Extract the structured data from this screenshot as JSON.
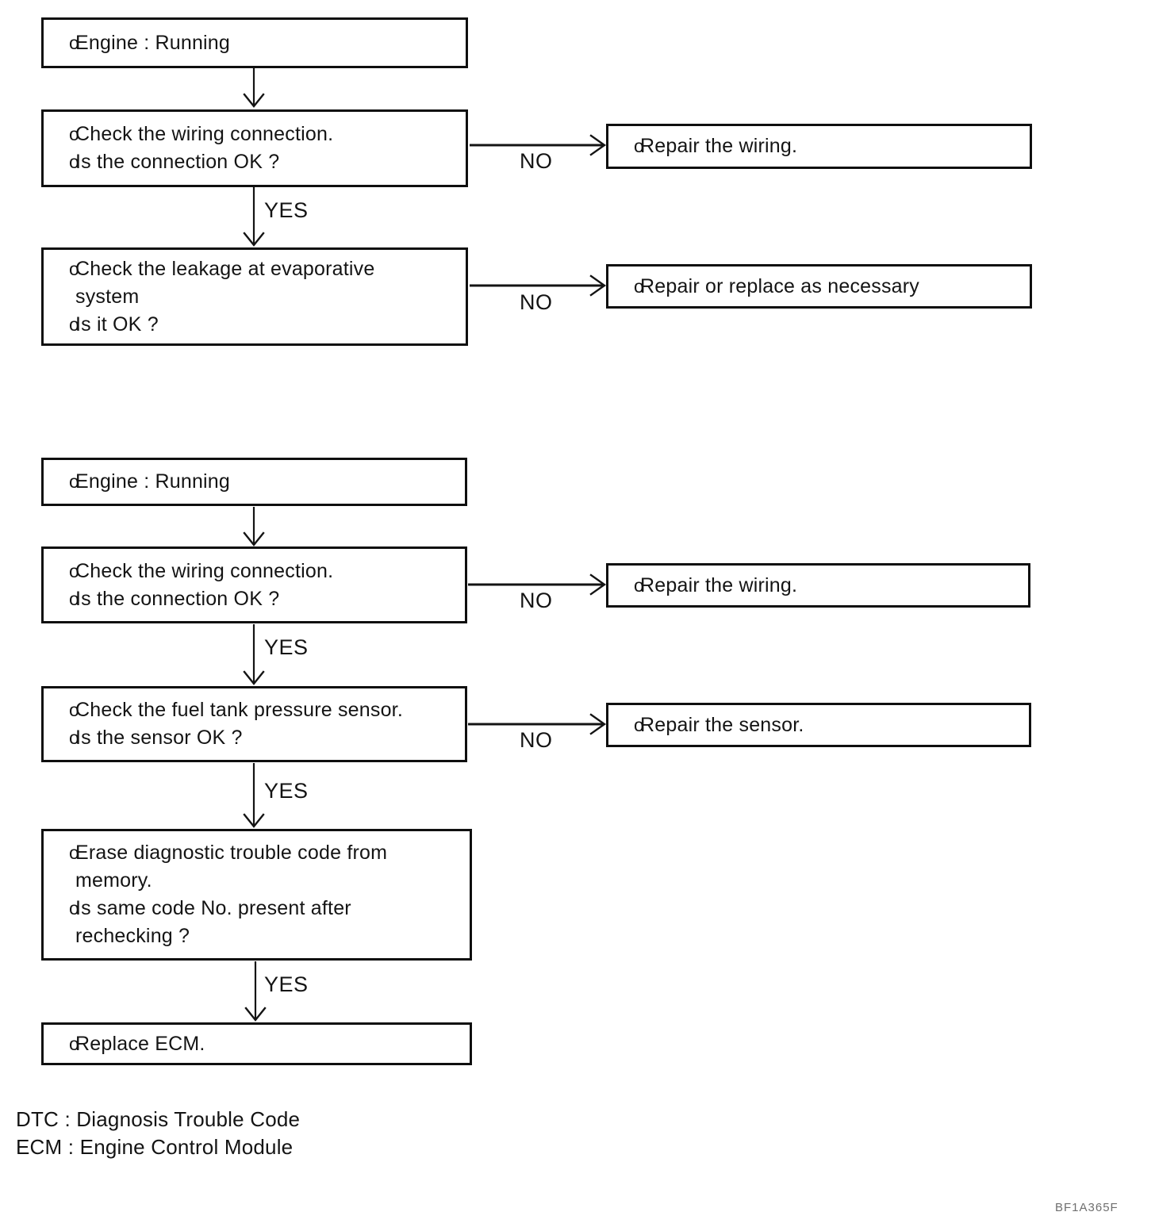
{
  "colors": {
    "ink": "#141414",
    "paper": "#ffffff",
    "figure_code_gray": "#6f6f6f"
  },
  "bullet": "o",
  "labels": {
    "yes": "YES",
    "no": "NO"
  },
  "flow1": {
    "engine_running": {
      "line1": "Engine : Running"
    },
    "check_wiring": {
      "line1": "Check the wiring connection.",
      "line2": "Is the connection OK ?"
    },
    "repair_wiring": {
      "line1": "Repair the wiring."
    },
    "check_leakage": {
      "line1": "Check the leakage at evaporative",
      "line1_cont": "system",
      "line2": "Is it OK ?"
    },
    "repair_or_replace": {
      "line1": "Repair or replace as necessary"
    }
  },
  "flow2": {
    "engine_running": {
      "line1": "Engine : Running"
    },
    "check_wiring": {
      "line1": "Check the wiring connection.",
      "line2": "Is the connection OK ?"
    },
    "repair_wiring": {
      "line1": "Repair the wiring."
    },
    "check_fuel_tank_pressure_sensor": {
      "line1": "Check the fuel tank pressure sensor.",
      "line2": "Is the sensor OK ?"
    },
    "repair_sensor": {
      "line1": "Repair the sensor."
    },
    "erase_dtc": {
      "line1": "Erase diagnostic trouble code from",
      "line1_cont": "memory.",
      "line2": "Is same code No. present after",
      "line2_cont": "rechecking ?"
    },
    "replace_ecm": {
      "line1": "Replace ECM."
    }
  },
  "legend": {
    "dtc": "DTC : Diagnosis Trouble Code",
    "ecm": "ECM : Engine Control Module"
  },
  "figure_code": "BF1A365F"
}
